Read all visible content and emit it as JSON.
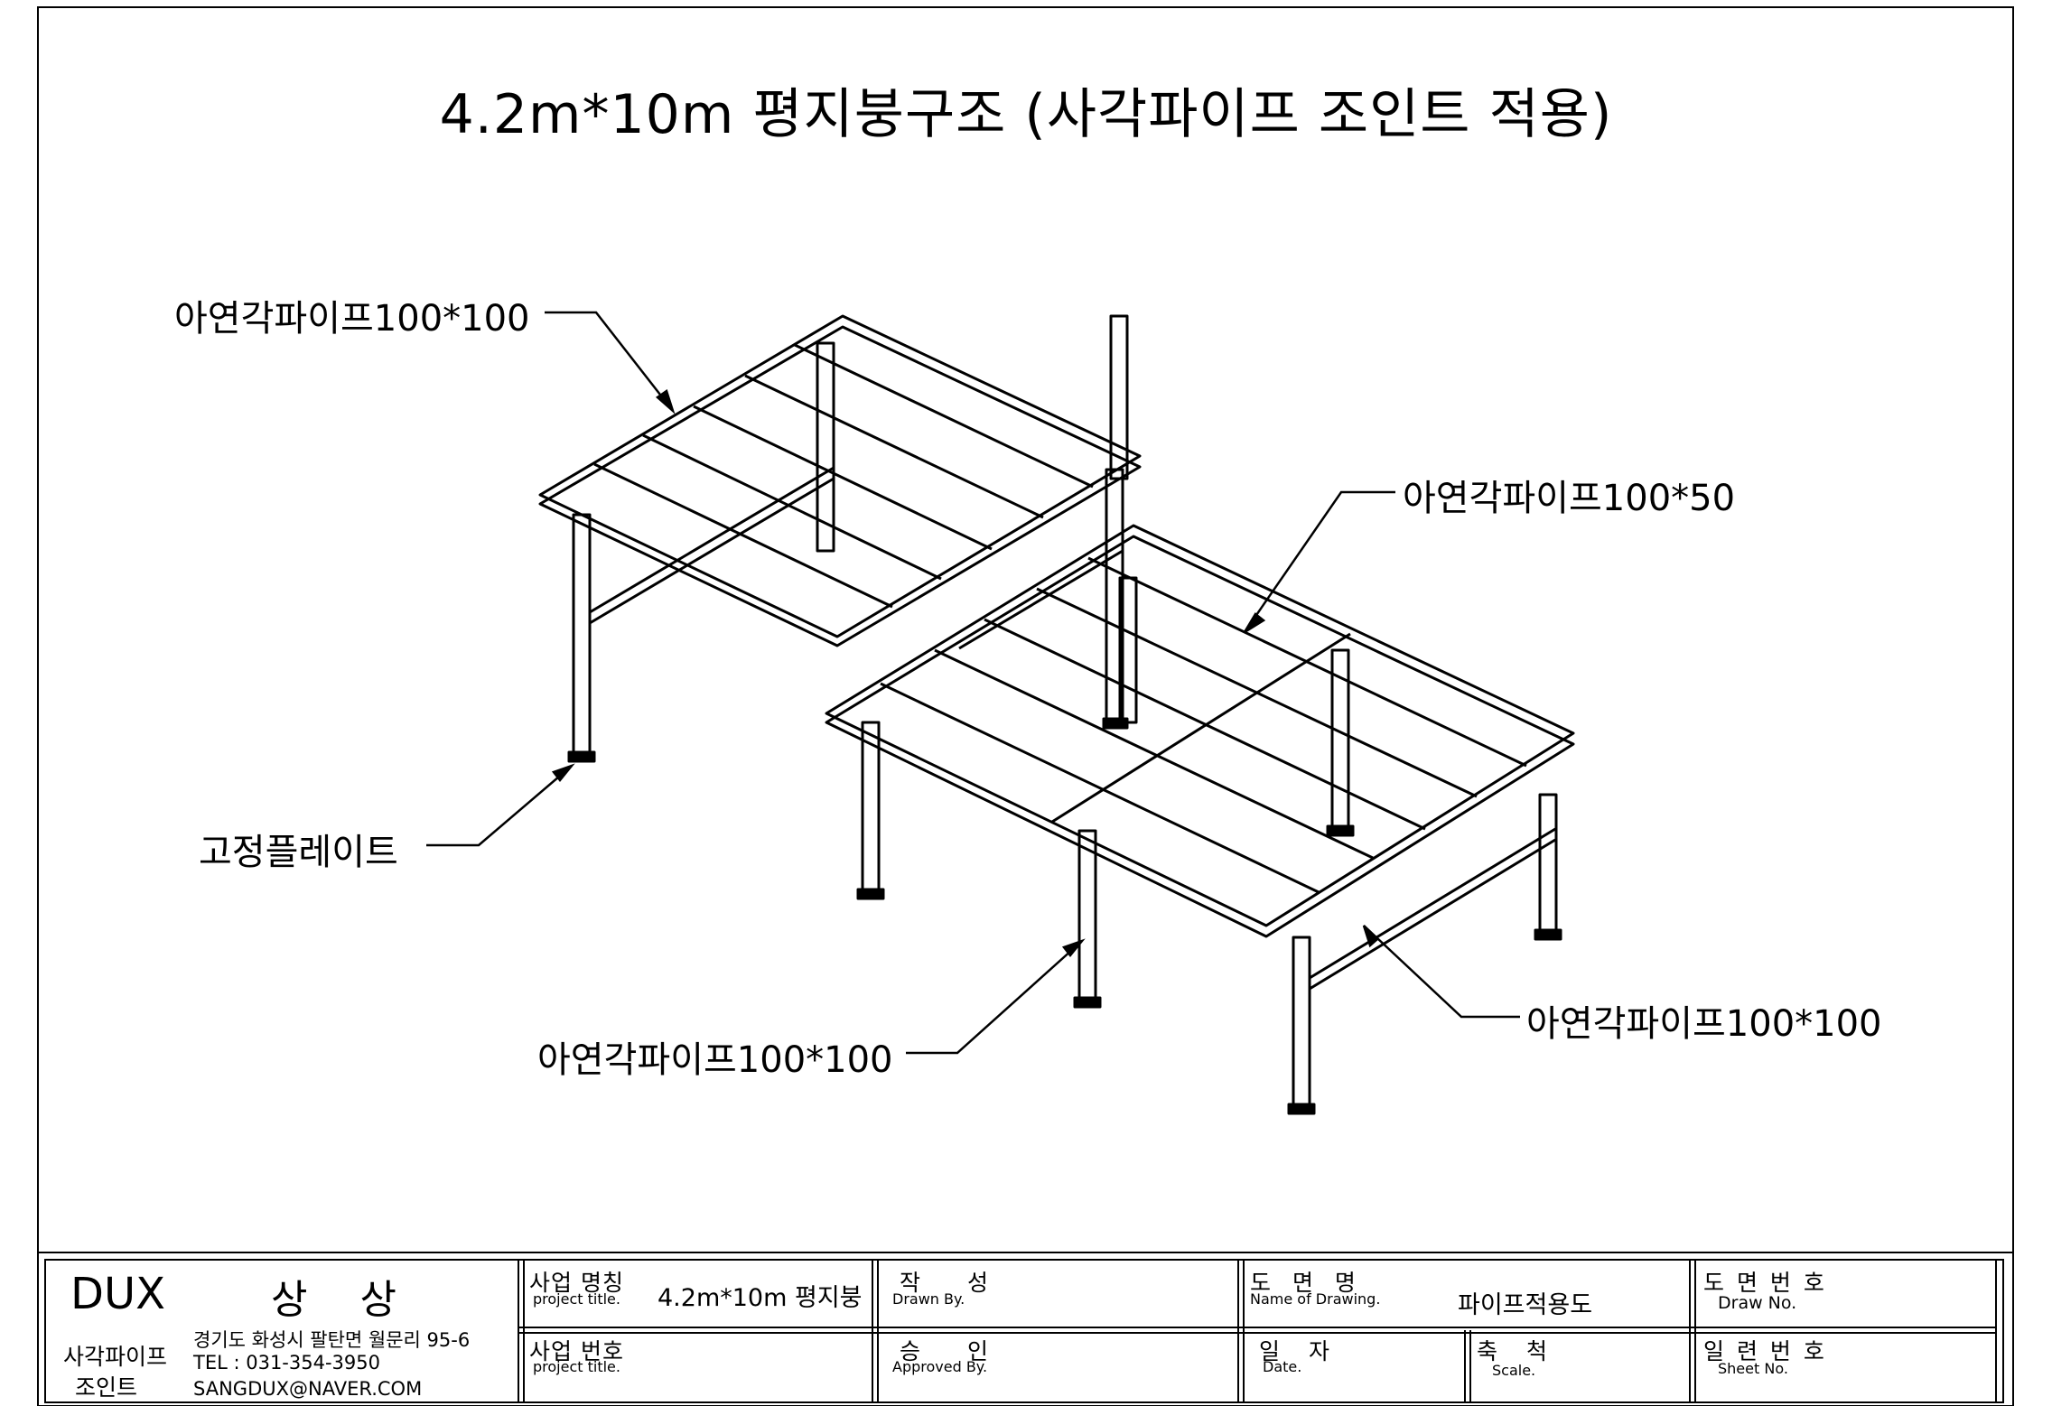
{
  "drawing": {
    "title": "4.2m*10m  평지붕구조 (사각파이프 조인트 적용)",
    "callouts": [
      {
        "id": "pipe-100x100-top-left",
        "text": "아연각파이프100*100"
      },
      {
        "id": "pipe-100x50",
        "text": "아연각파이프100*50"
      },
      {
        "id": "fixing-plate",
        "text": "고정플레이트"
      },
      {
        "id": "pipe-100x100-bottom",
        "text": "아연각파이프100*100"
      },
      {
        "id": "pipe-100x100-right",
        "text": "아연각파이프100*100"
      }
    ]
  },
  "title_block": {
    "company": "DUX",
    "company_name": "상 상",
    "brand_line1": "사각파이프",
    "brand_line2": "조인트",
    "address": "경기도 화성시 팔탄면 월문리 95-6",
    "tel": "TEL : 031-354-3950",
    "email": "SANGDUX@NAVER.COM",
    "project_name_label": "사업 명칭",
    "project_name_en": "project title.",
    "project_name_value": "4.2m*10m 평지붕",
    "project_no_label": "사업 번호",
    "project_no_en": "project title.",
    "drawn_label": "작 성",
    "drawn_en": "Drawn By.",
    "approved_label": "승 인",
    "approved_en": "Approved By.",
    "drawing_name_label": "도 면 명",
    "drawing_name_en": "Name of Drawing.",
    "drawing_name_value": "파이프적용도",
    "date_label": "일 자",
    "date_en": "Date.",
    "scale_label": "축 척",
    "scale_en": "Scale.",
    "drawing_no_label": "도 면 번 호",
    "drawing_no_en": "Draw No.",
    "sheet_no_label": "일 련 번 호",
    "sheet_no_en": "Sheet No."
  }
}
